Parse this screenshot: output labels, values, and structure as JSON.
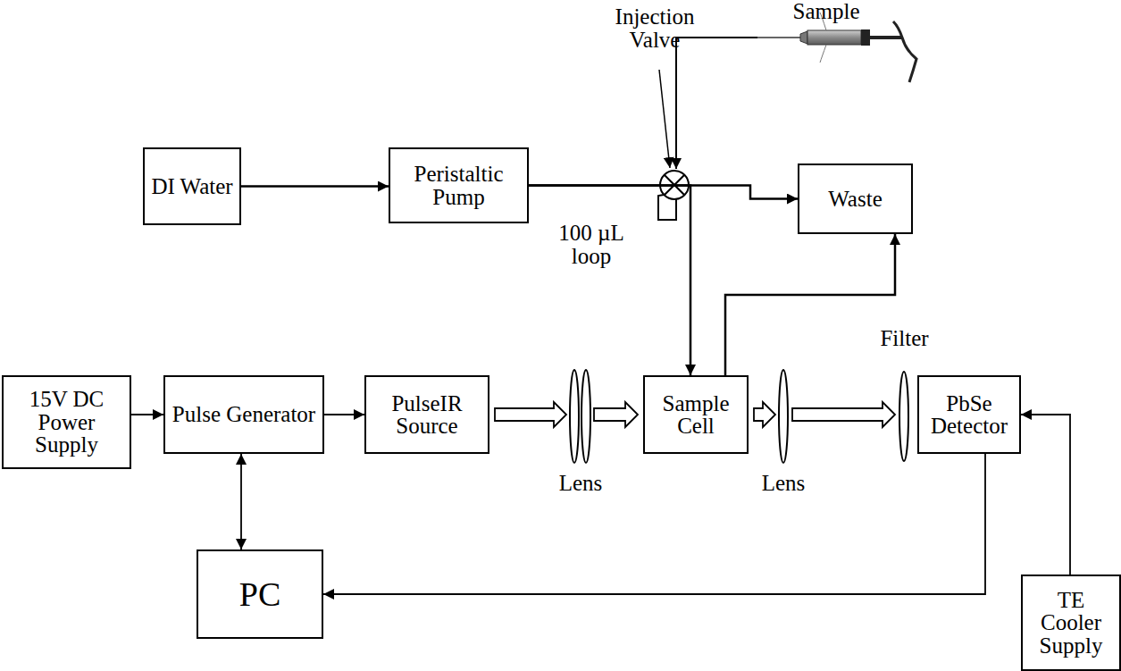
{
  "diagram": {
    "nodes": [
      {
        "text": [
          "DI Water"
        ]
      },
      {
        "text": [
          "Peristaltic Pump"
        ]
      },
      {
        "text": [
          "Waste"
        ]
      },
      {
        "text": [
          "15V DC Power Supply"
        ]
      },
      {
        "text": [
          "Pulse Generator"
        ]
      },
      {
        "text": [
          "PulseIR Source"
        ]
      },
      {
        "text": [
          "Sample Cell"
        ]
      },
      {
        "text": [
          "PbSe Detector"
        ]
      },
      {
        "text": [
          "PC"
        ]
      },
      {
        "text": [
          "TE Cooler Supply"
        ]
      }
    ],
    "edges": [
      {
        "from": 0,
        "to": 1,
        "arrow": "to"
      },
      {
        "from": 1,
        "to": 2,
        "arrow": "to"
      },
      {
        "from": 1,
        "to": 6,
        "arrow": "to"
      },
      {
        "from": 6,
        "to": 2,
        "arrow": "to"
      },
      {
        "from": 3,
        "to": 4,
        "arrow": "to"
      },
      {
        "from": 4,
        "to": 5,
        "arrow": "to"
      },
      {
        "from": 4,
        "to": 8,
        "arrow": "both"
      },
      {
        "from": 5,
        "to": 6,
        "arrow": "to"
      },
      {
        "from": 6,
        "to": 7,
        "arrow": "to"
      },
      {
        "from": 7,
        "to": 8,
        "arrow": "to"
      },
      {
        "from": 9,
        "to": 7,
        "arrow": "to"
      }
    ],
    "labels": [
      "Injection Valve",
      "Sample",
      "100 µL loop",
      "Lens",
      "Lens",
      "Filter"
    ]
  }
}
